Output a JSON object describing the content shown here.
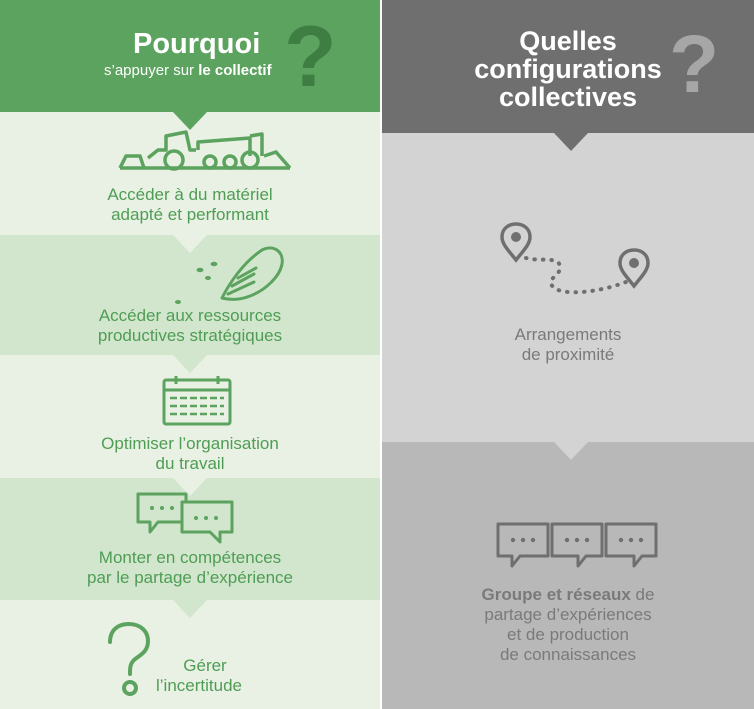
{
  "left": {
    "header": {
      "title": "Pourquoi",
      "subtitle_prefix": "s’appuyer sur ",
      "subtitle_bold": "le collectif",
      "qmark": "?"
    },
    "items": [
      {
        "icon": "tractor-icon",
        "line1": "Accéder à du matériel",
        "line2": "adapté et performant"
      },
      {
        "icon": "seed-hand-icon",
        "line1": "Accéder aux ressources",
        "line2": "productives stratégiques"
      },
      {
        "icon": "calendar-icon",
        "line1": "Optimiser l’organisation",
        "line2": "du travail"
      },
      {
        "icon": "chat-bubbles-icon",
        "line1": "Monter en compétences",
        "line2": "par le partage d’expérience"
      },
      {
        "icon": "question-icon",
        "line1": "Gérer",
        "line2": "l’incertitude"
      }
    ]
  },
  "right": {
    "header": {
      "line1": "Quelles",
      "line2": "configurations",
      "line3": "collectives",
      "qmark": "?"
    },
    "items": [
      {
        "icon": "map-route-icon",
        "line1": "Arrangements",
        "line2": "de proximité"
      },
      {
        "icon": "chat-group-icon",
        "line1_bold": "Groupe et réseaux",
        "line1_rest": " de",
        "line2": "partage d’expériences",
        "line3": "et de production",
        "line4": "de connaissances"
      }
    ]
  },
  "colors": {
    "green_dark": "#5ca35f",
    "green_light1": "#e8f1e3",
    "green_light2": "#d1e6cd",
    "green_text": "#4f9d55",
    "grey_dark": "#6f6f6f",
    "grey_light": "#d3d3d3",
    "grey_mid": "#b8b8b8",
    "grey_text": "#7a7a7a"
  }
}
